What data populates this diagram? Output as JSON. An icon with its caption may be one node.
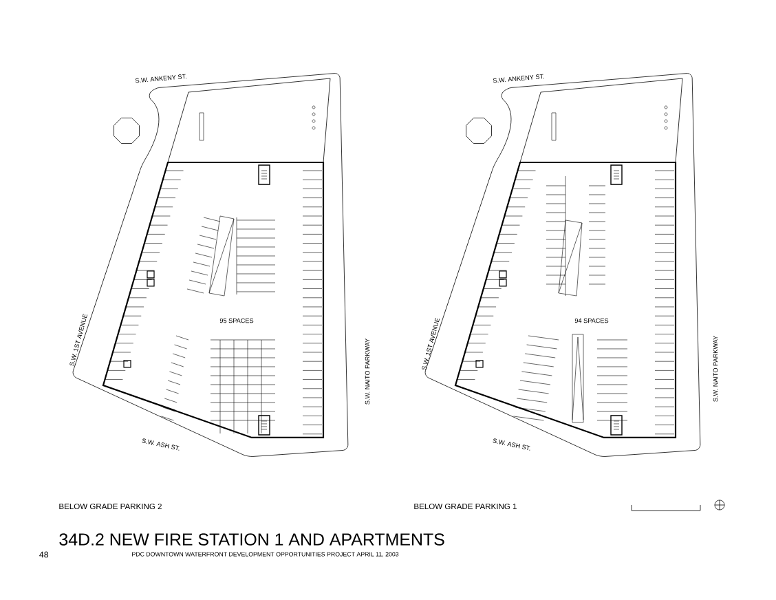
{
  "diagram": {
    "title": "34D.2 NEW FIRE STATION 1 AND APARTMENTS",
    "labels": [
      "S.W. ANKENY ST.",
      "S.W. 1ST AVENUE",
      "95 SPACES",
      "S.W. NAITO PARKWAY",
      "S.W. ASH ST.",
      "S.W. ANKENY ST.",
      "S.W. 1ST AVENUE",
      "94 SPACES",
      "S.W. NAITO PARKWAY",
      "S.W. ASH ST.",
      "BELOW GRADE PARKING 2",
      "BELOW GRADE PARKING 1",
      "48",
      "PDC DOWNTOWN WATERFRONT DEVELOPMENT OPPORTUNITIES PROJECT  APRIL 11, 2003"
    ]
  }
}
